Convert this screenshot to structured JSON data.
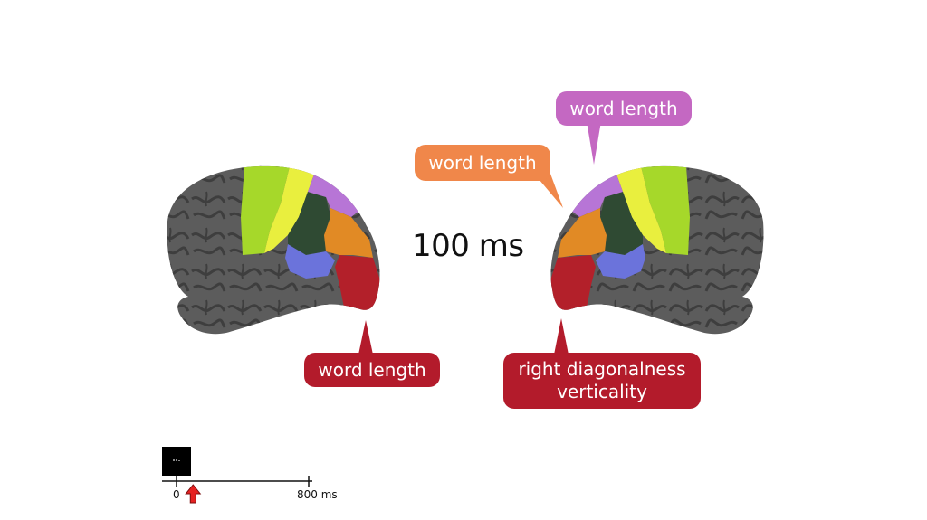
{
  "time_label": "100 ms",
  "callouts": {
    "orange": {
      "lines": [
        "word length"
      ],
      "color": "#f0874a"
    },
    "magenta": {
      "lines": [
        "word length"
      ],
      "color": "#c468c2"
    },
    "red_left": {
      "lines": [
        "word length"
      ],
      "color": "#b31b2b"
    },
    "red_right": {
      "lines": [
        "right diagonalness",
        "verticality"
      ],
      "color": "#b31b2b"
    }
  },
  "timeline": {
    "start_label": "0",
    "end_label": "800 ms",
    "marker_ms": 100,
    "range_ms": [
      0,
      800
    ],
    "marker_color": "#e52222"
  },
  "region_colors": {
    "cortex": "#5c5c5c",
    "cortex_pattern": "#3e3e3e",
    "green": "#a6d82a",
    "yellow": "#e9ef3e",
    "dark_green": "#2f4a33",
    "orange": "#e18a25",
    "magenta": "#b775d6",
    "blue": "#6b73db",
    "red": "#b3202a"
  }
}
